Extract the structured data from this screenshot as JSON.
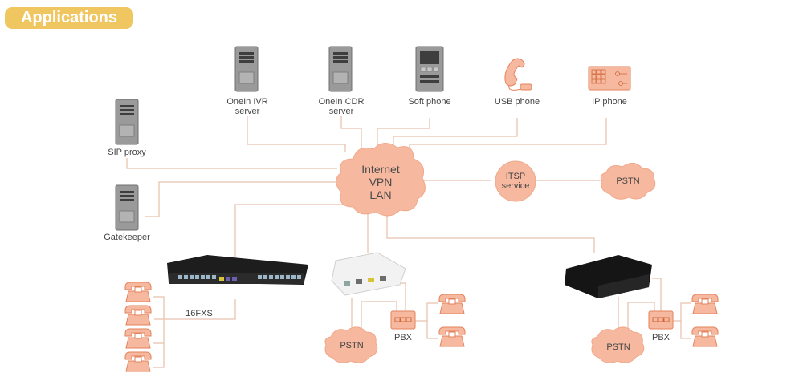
{
  "header": {
    "title": "Applications"
  },
  "colors": {
    "banner": "#f0c660",
    "cloud": "#f6b9a0",
    "accent": "#f08a5d",
    "line": "#e8c2ad",
    "server_gray": "#9a9a9a"
  },
  "nodes": {
    "ivr_server": {
      "label_line1": "OneIn IVR",
      "label_line2": "server",
      "icon": "server-icon"
    },
    "cdr_server": {
      "label_line1": "OneIn CDR",
      "label_line2": "server",
      "icon": "server-icon"
    },
    "soft_phone": {
      "label": "Soft phone",
      "icon": "softphone-icon"
    },
    "usb_phone": {
      "label": "USB phone",
      "icon": "usb-phone-icon"
    },
    "ip_phone": {
      "label": "IP phone",
      "icon": "ip-phone-icon"
    },
    "sip_proxy": {
      "label": "SIP proxy",
      "icon": "server-icon"
    },
    "gatekeeper": {
      "label": "Gatekeeper",
      "icon": "server-icon"
    },
    "internet_cloud": {
      "line1": "Internet",
      "line2": "VPN",
      "line3": "LAN"
    },
    "itsp": {
      "line1": "ITSP",
      "line2": "service"
    },
    "pstn_right": {
      "label": "PSTN"
    },
    "pstn_center": {
      "label": "PSTN"
    },
    "pstn_bottom_right": {
      "label": "PSTN"
    },
    "pbx_center": {
      "label": "PBX"
    },
    "pbx_right": {
      "label": "PBX"
    },
    "fxs_link": {
      "label": "16FXS"
    }
  }
}
